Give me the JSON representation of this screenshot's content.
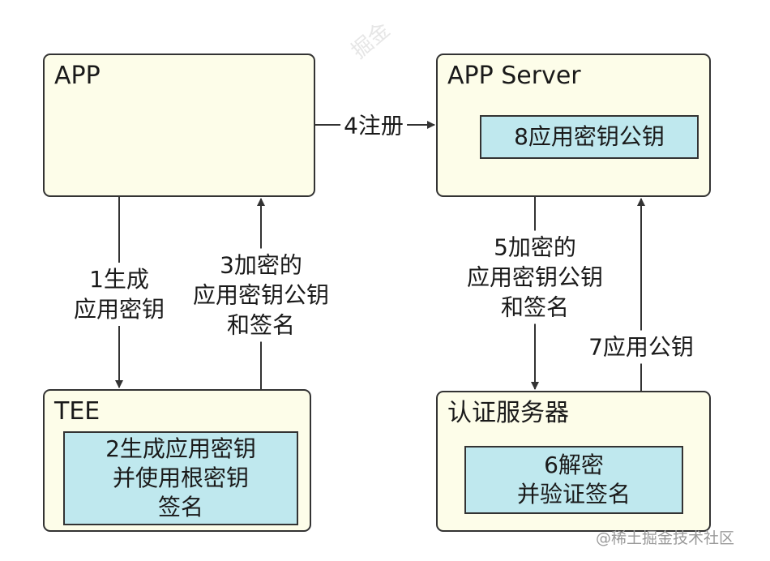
{
  "boxes": {
    "app": {
      "title": "APP"
    },
    "app_server": {
      "title": "APP Server",
      "inner": [
        "8应用密钥公钥"
      ]
    },
    "tee": {
      "title": "TEE",
      "inner": [
        "2生成应用密钥",
        "并使用根密钥",
        "签名"
      ]
    },
    "auth_server": {
      "title": "认证服务器",
      "inner": [
        "6解密",
        "并验证签名"
      ]
    }
  },
  "arrows": {
    "step1": [
      "1生成",
      "应用密钥"
    ],
    "step3": [
      "3加密的",
      "应用密钥公钥",
      "和签名"
    ],
    "step4": [
      "4注册"
    ],
    "step5": [
      "5加密的",
      "应用密钥公钥",
      "和签名"
    ],
    "step7": [
      "7应用公钥"
    ]
  },
  "watermark": "掘金",
  "credit": "@稀土掘金技术社区",
  "colors": {
    "box_fill": "#fdfde9",
    "inner_fill": "#bfe8ee",
    "stroke": "#333333"
  }
}
